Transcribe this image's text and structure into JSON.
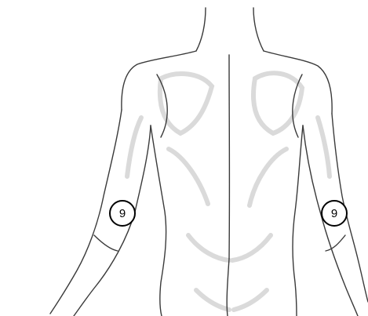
{
  "figure": {
    "subject": "torso-back-view",
    "line_color": "#3a3a3a",
    "shade_color": "#bdbdbd",
    "background": "#ffffff"
  },
  "markers": {
    "left": {
      "label": "9",
      "border_color": "#000000"
    },
    "right": {
      "label": "9",
      "border_color": "#000000"
    }
  }
}
